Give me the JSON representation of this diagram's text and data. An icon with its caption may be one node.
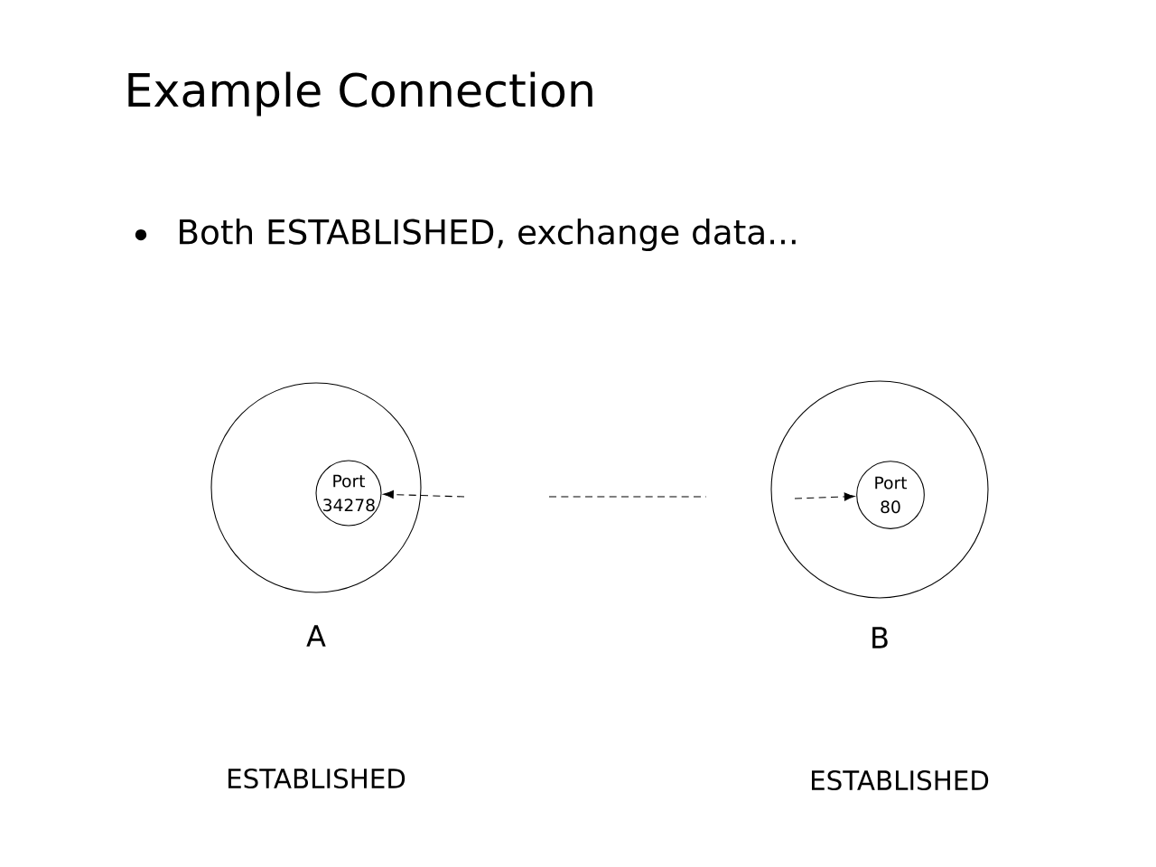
{
  "diagram": {
    "title": "Example Connection",
    "nodes": [
      {
        "text": [],
        "shape": "circle",
        "beside": [
          "A"
        ]
      },
      {
        "text": [
          "Port 34278"
        ],
        "in": 0
      },
      {
        "text": [],
        "shape": "circle",
        "beside": [
          "B"
        ]
      },
      {
        "text": [
          "Port 80"
        ],
        "in": 2
      }
    ],
    "edges": [
      {
        "from": null,
        "to": 1,
        "arrow": "to",
        "style": "dashed"
      },
      {
        "from": null,
        "to": 3,
        "arrow": "to",
        "style": "dashed"
      }
    ],
    "labels": [
      "Both ESTABLISHED, exchange data...",
      "ESTABLISHED",
      "ESTABLISHED"
    ]
  }
}
